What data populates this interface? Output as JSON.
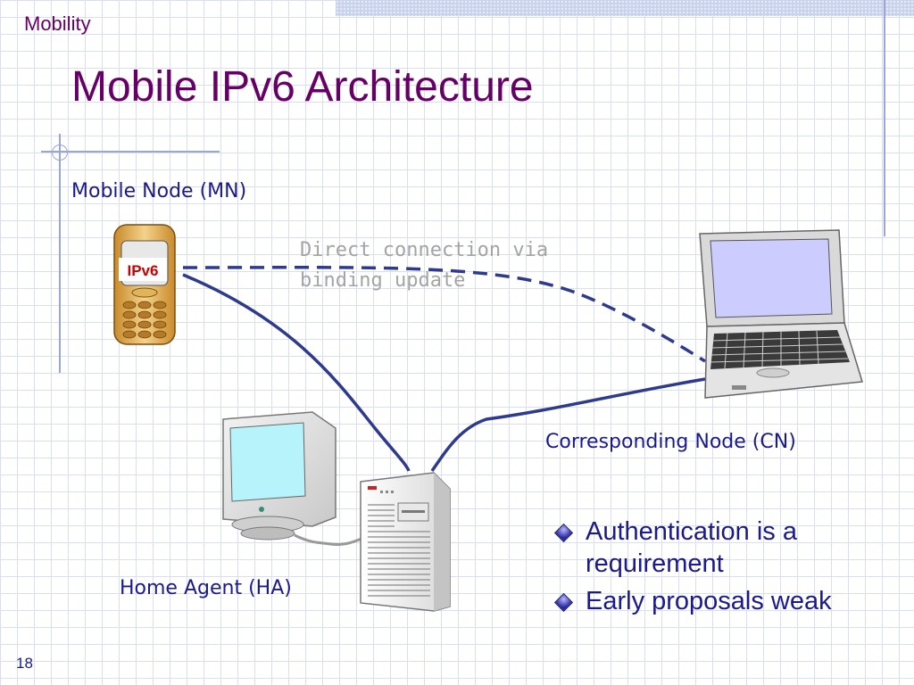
{
  "header": {
    "section": "Mobility",
    "title": "Mobile IPv6 Architecture"
  },
  "diagram": {
    "mobile_node_label": "Mobile Node (MN)",
    "phone_badge": "IPv6",
    "direct_connection_line1": "Direct connection via",
    "direct_connection_line2": "binding update",
    "corresponding_node_label": "Corresponding Node (CN)",
    "home_agent_label": "Home Agent (HA)"
  },
  "bullets": [
    "Authentication is a requirement",
    "Early proposals weak"
  ],
  "footer": {
    "page_number": "18"
  },
  "colors": {
    "title": "#660066",
    "text": "#1a1a8c",
    "link_line": "#2e3a8c"
  }
}
